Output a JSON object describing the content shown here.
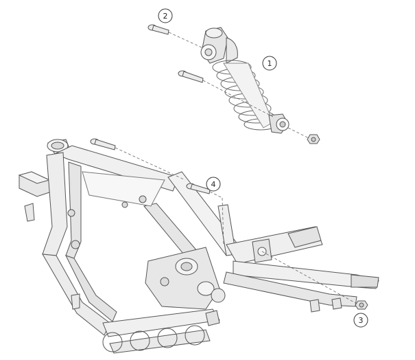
{
  "callouts": [
    {
      "id": "1",
      "label": "1"
    },
    {
      "id": "2",
      "label": "2"
    },
    {
      "id": "3",
      "label": "3"
    },
    {
      "id": "4",
      "label": "4"
    }
  ],
  "colors": {
    "line": "#555555",
    "fill_light": "#eeeeee",
    "fill_mid": "#d9d9d9",
    "fill_dark": "#bfbfbf",
    "background": "#ffffff"
  }
}
